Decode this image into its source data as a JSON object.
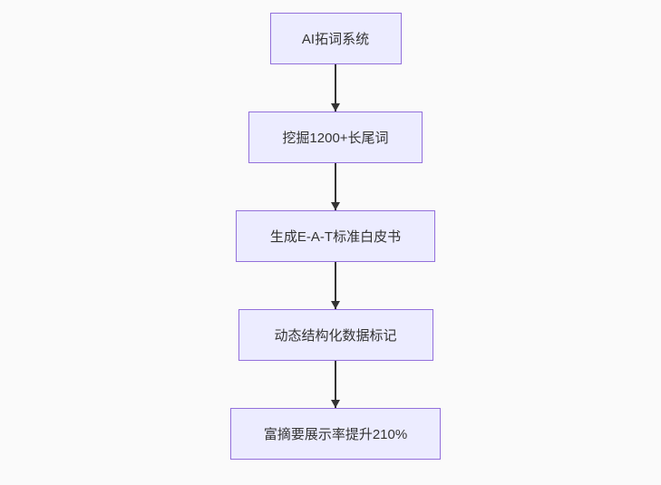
{
  "diagram": {
    "type": "flowchart-top-down",
    "nodes": [
      {
        "id": "A",
        "label": "AI拓词系统"
      },
      {
        "id": "B",
        "label": "挖掘1200+长尾词"
      },
      {
        "id": "C",
        "label": "生成E-A-T标准白皮书"
      },
      {
        "id": "D",
        "label": "动态结构化数据标记"
      },
      {
        "id": "E",
        "label": "富摘要展示率提升210%"
      }
    ],
    "edges": [
      {
        "from": "A",
        "to": "B"
      },
      {
        "from": "B",
        "to": "C"
      },
      {
        "from": "C",
        "to": "D"
      },
      {
        "from": "D",
        "to": "E"
      }
    ],
    "colors": {
      "node_fill": "#ECECFF",
      "node_border": "#9370DB",
      "arrow": "#333333",
      "text": "#333333",
      "background": "#FAFAFA"
    }
  }
}
